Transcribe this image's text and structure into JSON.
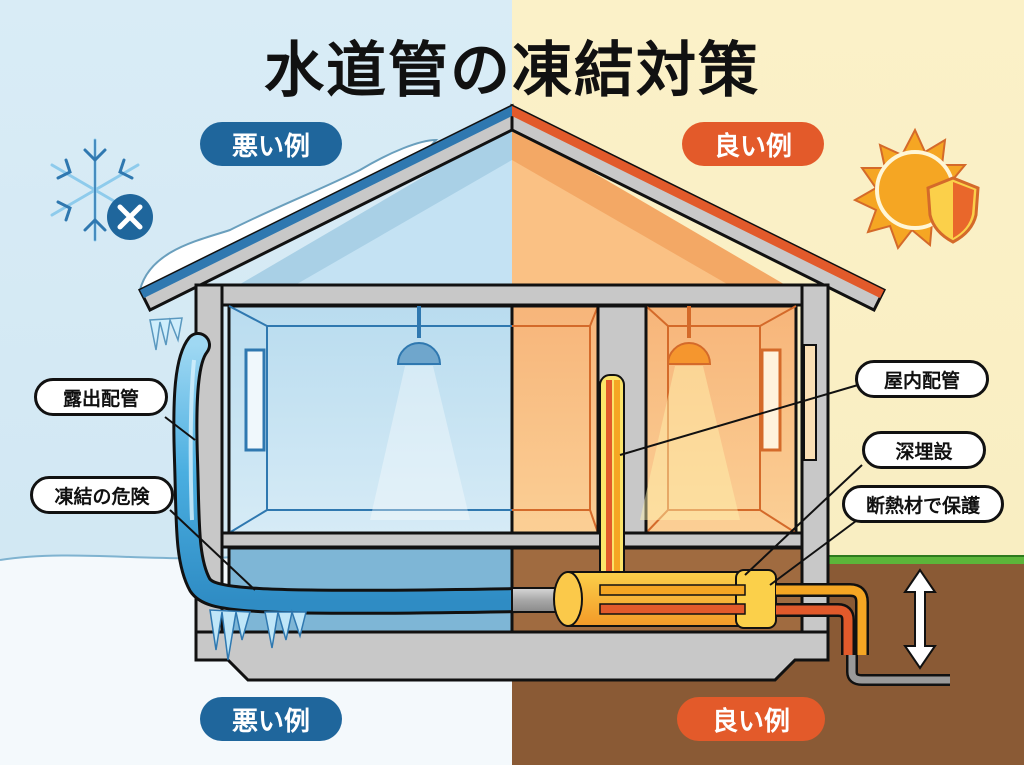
{
  "title": "水道管の凍結対策",
  "badges": {
    "bad_top": "悪い例",
    "good_top": "良い例",
    "bad_bottom": "悪い例",
    "good_bottom": "良い例"
  },
  "callouts": {
    "exposed_pipe": "露出配管",
    "freeze_risk": "凍結の危険",
    "indoor_pipe": "屋内配管",
    "deep_burial": "深埋設",
    "insulation": "断熱材で保護"
  },
  "icons": {
    "left": "snowflake-with-x-icon",
    "right": "sun-with-shield-icon",
    "depth": "double-arrow-icon"
  },
  "colors": {
    "bad_bg": "#d6eaf4",
    "good_bg": "#fbf0c6",
    "bad_badge": "#1f669c",
    "good_badge": "#e35a2a",
    "ice_pipe": "#4aaee0",
    "insulation": "#f5a623",
    "soil": "#8a5a35",
    "grass": "#5cb53a",
    "wall": "#c8c8c8"
  }
}
